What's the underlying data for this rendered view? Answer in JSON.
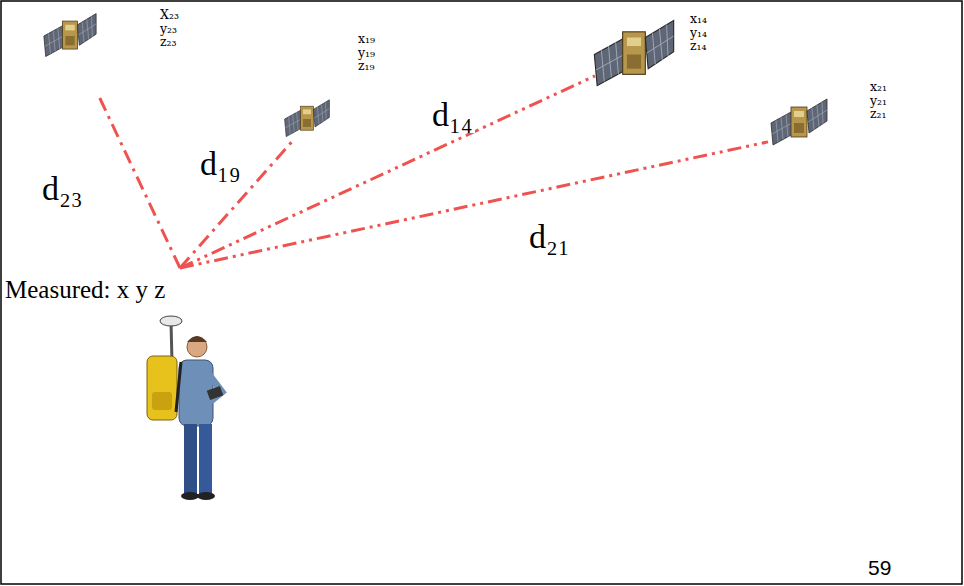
{
  "diagram": {
    "nodes": [
      {
        "text": [
          "X₂₃ y₂₃ z₂₃"
        ]
      },
      {
        "text": [
          "x₁₉ y₁₉ z₁₉"
        ]
      },
      {
        "text": [
          "x₁₄ y₁₄ z₁₄"
        ]
      },
      {
        "text": [
          "x₂₁ y₂₁ z₂₁"
        ]
      },
      {
        "text": [
          "Measured: x y z"
        ]
      }
    ],
    "edges": [
      {
        "from": 4,
        "to": 0,
        "arrow": "none",
        "label": "d₂₃"
      },
      {
        "from": 4,
        "to": 1,
        "arrow": "none",
        "label": "d₁₉"
      },
      {
        "from": 4,
        "to": 2,
        "arrow": "none",
        "label": "d₁₄"
      },
      {
        "from": 4,
        "to": 3,
        "arrow": "none",
        "label": "d₂₁"
      }
    ],
    "labels": [
      "59"
    ]
  }
}
